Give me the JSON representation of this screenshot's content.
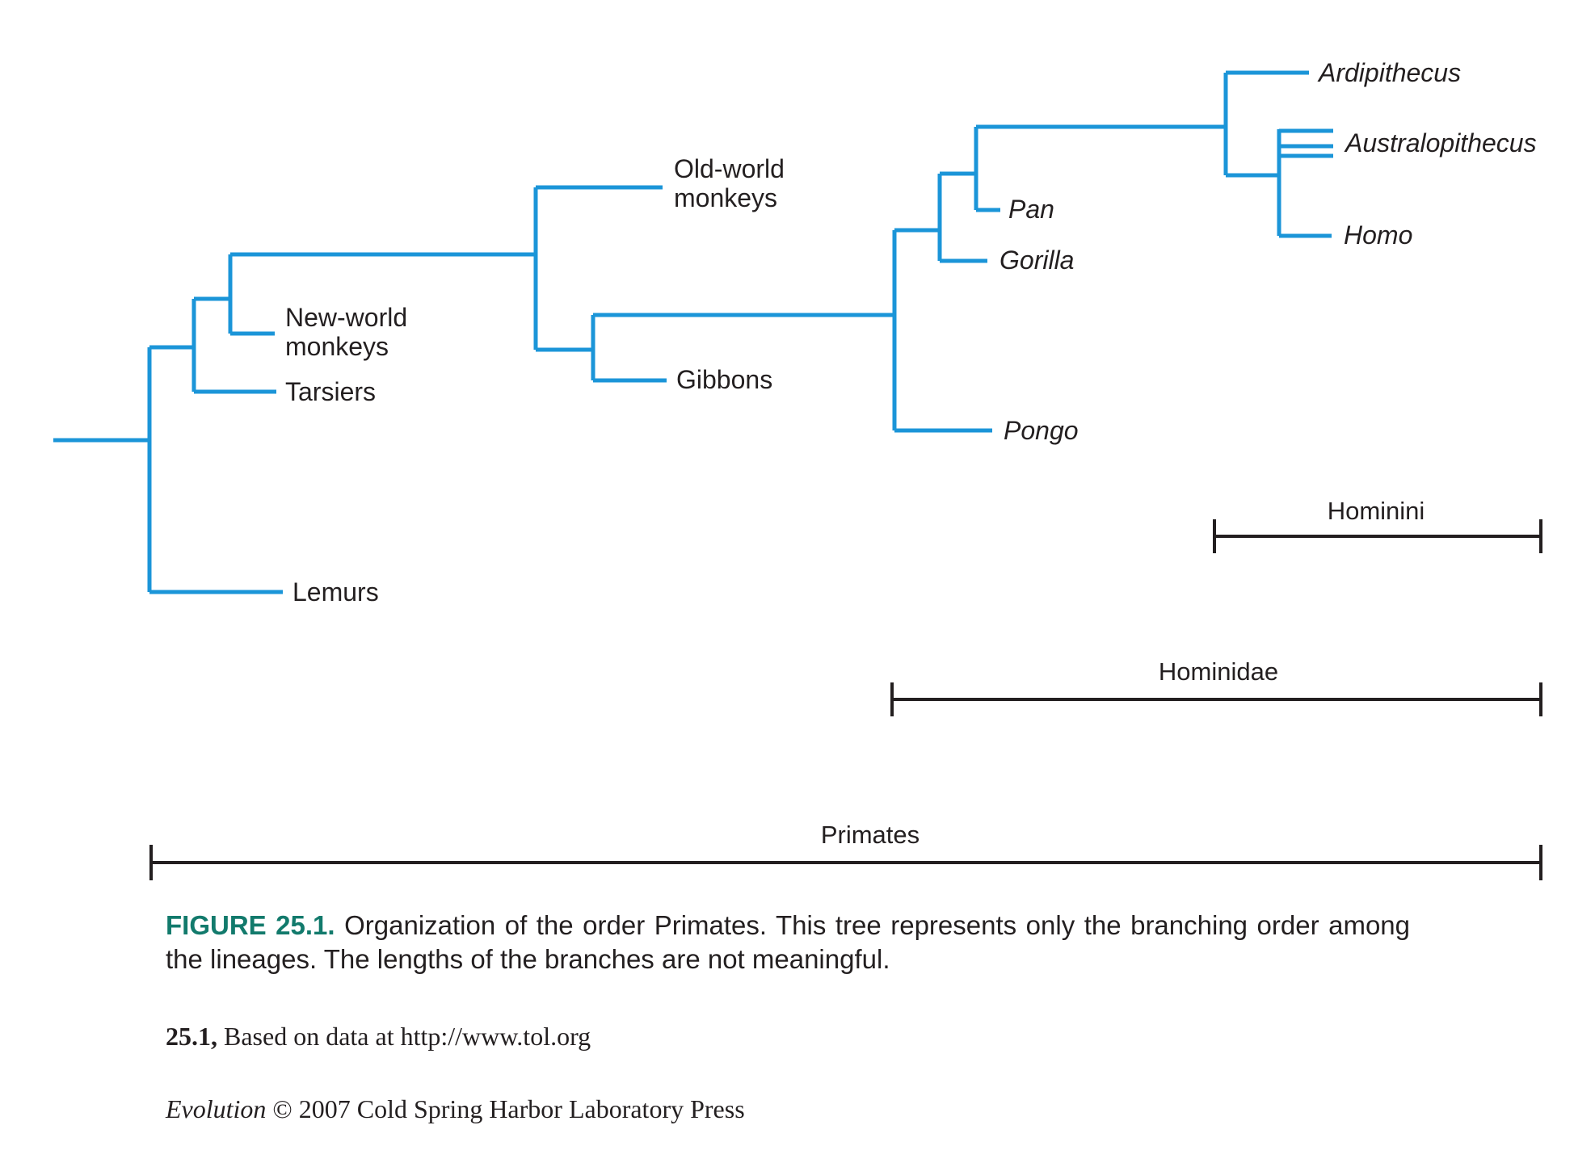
{
  "tree": {
    "branch_color": "#1b95d8",
    "taxa": {
      "ardipithecus": "Ardipithecus",
      "australopithecus": "Australopithecus",
      "homo": "Homo",
      "pan": "Pan",
      "gorilla": "Gorilla",
      "pongo": "Pongo",
      "old_world_1": "Old-world",
      "old_world_2": "monkeys",
      "gibbons": "Gibbons",
      "new_world_1": "New-world",
      "new_world_2": "monkeys",
      "tarsiers": "Tarsiers",
      "lemurs": "Lemurs"
    }
  },
  "ranges": {
    "hominini": "Hominini",
    "hominidae": "Hominidae",
    "primates": "Primates"
  },
  "caption": {
    "figure_label": "FIGURE 25.1.",
    "text": " Organization of the order Primates. This tree represents only the branching order among the lineages. The lengths of the branches are not meaningful.",
    "figure_color": "#127a6c"
  },
  "credits": {
    "source_num": "25.1,",
    "source_text": " Based on data at http://www.tol.org",
    "book_title": "Evolution",
    "copyright": " © 2007 Cold Spring Harbor Laboratory Press"
  }
}
